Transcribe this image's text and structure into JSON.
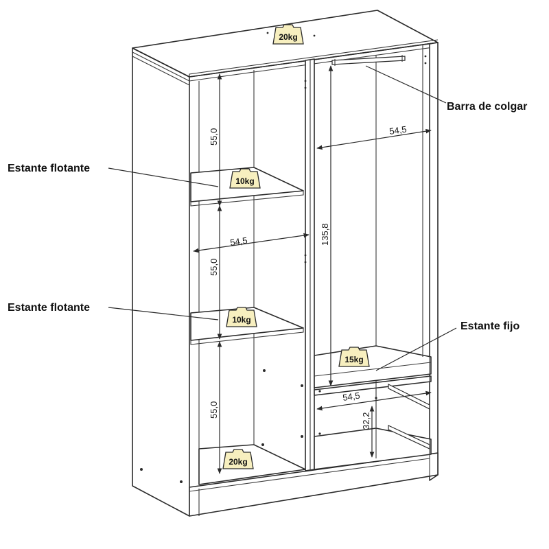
{
  "labels": {
    "hanging_rail": "Barra de colgar",
    "floating_shelf_top": "Estante flotante",
    "floating_shelf_bottom": "Estante flotante",
    "fixed_shelf": "Estante fijo"
  },
  "dimensions": {
    "right_width": "54,5",
    "left_shelf_width": "54,5",
    "drawer_width": "54,5",
    "left_height_top": "55,0",
    "left_height_mid": "55,0",
    "left_height_bottom": "55,0",
    "hanging_height": "135,8",
    "drawer_height": "32,2"
  },
  "weights": {
    "top": "20kg",
    "shelf_top": "10kg",
    "shelf_mid": "10kg",
    "fixed_shelf": "15kg",
    "bottom": "20kg"
  },
  "colors": {
    "weight_fill": "#f7efbf",
    "line": "#2a2a2a"
  }
}
